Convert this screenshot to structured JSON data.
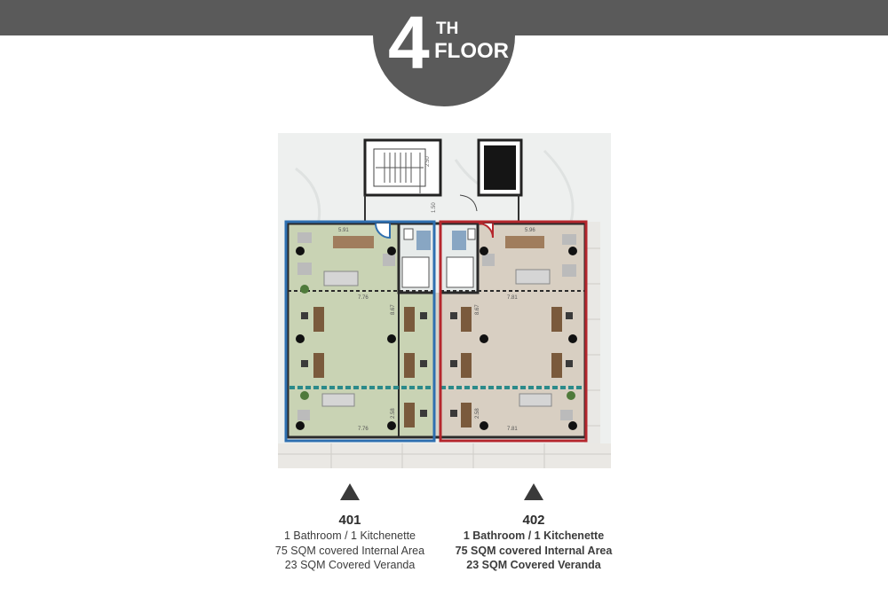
{
  "header": {
    "floor_number": "4",
    "floor_suffix": "TH",
    "floor_word": "FLOOR"
  },
  "plan": {
    "dimensions": {
      "stair_height": "2.50",
      "corridor": "1.50",
      "left_top_width": "5.91",
      "right_top_width": "5.96",
      "left_mid_width": "7.76",
      "right_mid_width": "7.81",
      "left_depth": "8.67",
      "right_depth": "8.67",
      "left_veranda_depth": "2.58",
      "right_veranda_depth": "2.58",
      "left_bottom_width": "7.76",
      "right_bottom_width": "7.81"
    },
    "colors": {
      "unit_401_outline": "#2e6fb0",
      "unit_402_outline": "#b5272d",
      "unit_401_floor": "#c9d3b4",
      "unit_402_floor": "#d8cfc2"
    }
  },
  "units": [
    {
      "number": "401",
      "bathrooms": "1 Bathroom / 1 Kitchenette",
      "internal_area": "75 SQM covered Internal Area",
      "veranda": "23 SQM Covered Veranda"
    },
    {
      "number": "402",
      "bathrooms": "1 Bathroom / 1 Kitchenette",
      "internal_area": "75 SQM covered Internal Area",
      "veranda": "23 SQM Covered Veranda"
    }
  ]
}
